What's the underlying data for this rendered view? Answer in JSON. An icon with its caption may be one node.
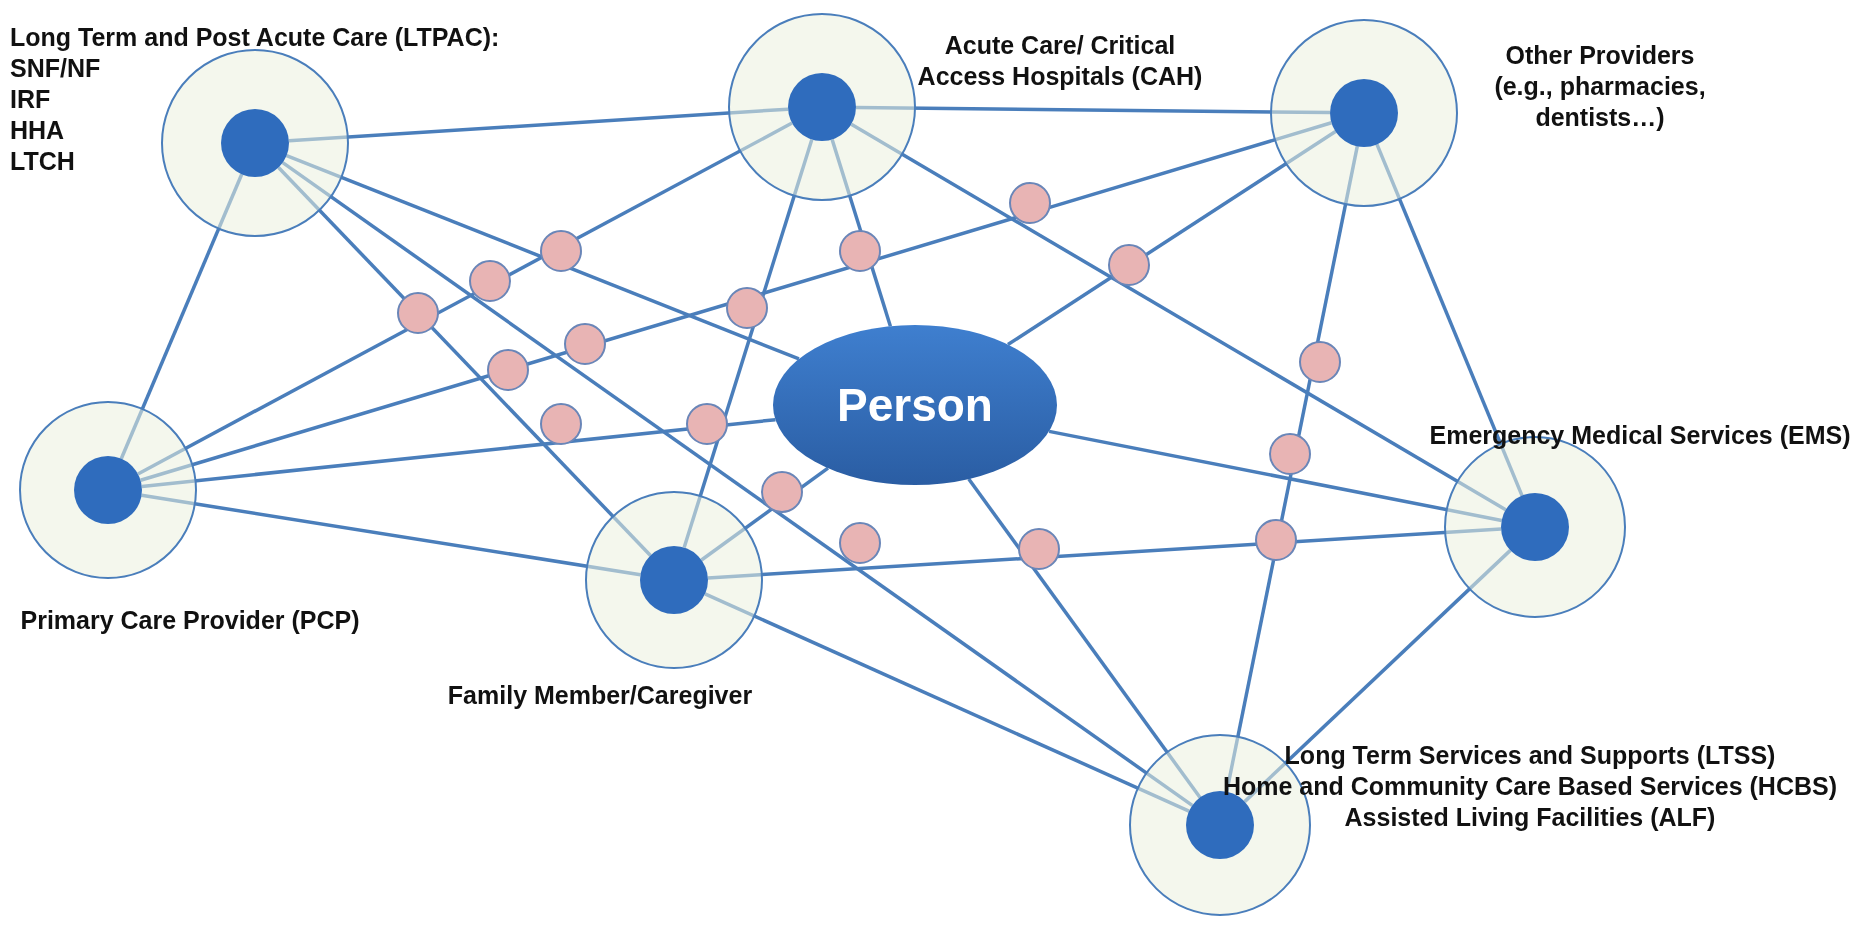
{
  "diagram": {
    "nodes": [
      {
        "text": [
          "Long Term and Post Acute Care (LTPAC):",
          "SNF/NF",
          "IRF",
          "HHA",
          "LTCH"
        ]
      },
      {
        "text": [
          "Acute Care/ Critical Access Hospitals (CAH)"
        ]
      },
      {
        "text": [
          "Other Providers (e.g., pharmacies, dentists…)"
        ]
      },
      {
        "text": [
          "Primary Care Provider (PCP)"
        ]
      },
      {
        "text": [
          "Family  Member/Caregiver"
        ]
      },
      {
        "text": [
          "Person"
        ]
      },
      {
        "text": [
          "Emergency Medical Services (EMS)"
        ]
      },
      {
        "text": [
          "Long Term Services and Supports (LTSS)",
          "Home and Community Care Based Services (HCBS)",
          "Assisted Living Facilities (ALF)"
        ]
      }
    ],
    "edges": [
      {
        "from": 0,
        "to": 1,
        "arrow": "none"
      },
      {
        "from": 1,
        "to": 2,
        "arrow": "none"
      },
      {
        "from": 0,
        "to": 3,
        "arrow": "none"
      },
      {
        "from": 0,
        "to": 5,
        "arrow": "none"
      },
      {
        "from": 0,
        "to": 4,
        "arrow": "none"
      },
      {
        "from": 0,
        "to": 7,
        "arrow": "none"
      },
      {
        "from": 1,
        "to": 3,
        "arrow": "none"
      },
      {
        "from": 1,
        "to": 4,
        "arrow": "none"
      },
      {
        "from": 1,
        "to": 5,
        "arrow": "none"
      },
      {
        "from": 1,
        "to": 6,
        "arrow": "none"
      },
      {
        "from": 2,
        "to": 3,
        "arrow": "none"
      },
      {
        "from": 2,
        "to": 5,
        "arrow": "none"
      },
      {
        "from": 2,
        "to": 6,
        "arrow": "none"
      },
      {
        "from": 2,
        "to": 7,
        "arrow": "none"
      },
      {
        "from": 3,
        "to": 5,
        "arrow": "none"
      },
      {
        "from": 3,
        "to": 4,
        "arrow": "none"
      },
      {
        "from": 4,
        "to": 5,
        "arrow": "none"
      },
      {
        "from": 4,
        "to": 6,
        "arrow": "none"
      },
      {
        "from": 4,
        "to": 7,
        "arrow": "none"
      },
      {
        "from": 5,
        "to": 7,
        "arrow": "none"
      },
      {
        "from": 5,
        "to": 6,
        "arrow": "none"
      },
      {
        "from": 6,
        "to": 7,
        "arrow": "none"
      }
    ]
  }
}
